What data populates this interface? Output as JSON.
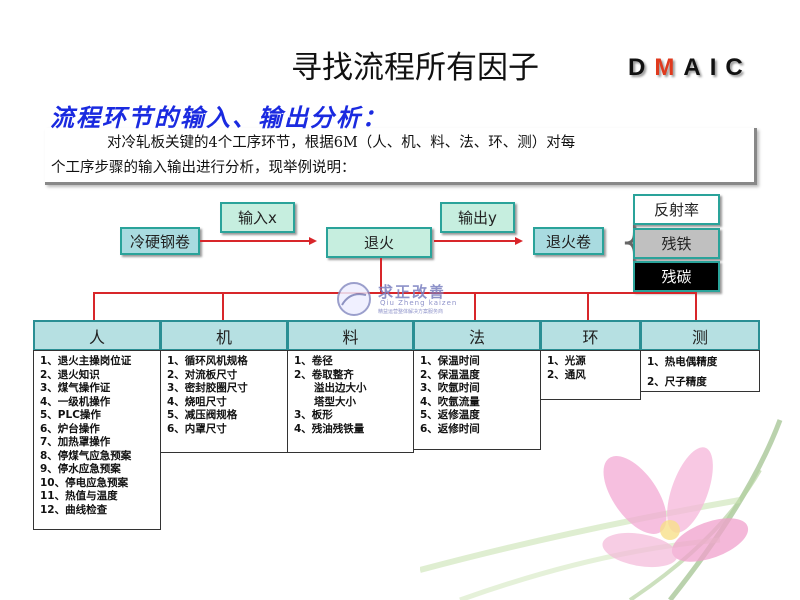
{
  "title": "寻找流程所有因子",
  "dmaic": {
    "letters": [
      "D",
      "M",
      "A",
      "I",
      "C"
    ],
    "highlight": "M",
    "highlight_color": "#e03a1e"
  },
  "subtitle": "流程环节的输入、输出分析：",
  "intro": {
    "line1": "对冷轧板关键的4个工序环节，根据6M（人、机、料、法、环、测）对每",
    "line2": "个工序步骤的输入输出进行分析，现举例说明："
  },
  "flow": {
    "input_material": "冷硬钢卷",
    "input_label": "输入x",
    "process": "退火",
    "output_label": "输出y",
    "output_product": "退火卷",
    "outputs": [
      "反射率",
      "残铁",
      "残碳"
    ]
  },
  "logo": {
    "name": "求正改善",
    "pinyin": "Qiu Zheng kaizen",
    "tagline": "精益运营整体解决方案服务商"
  },
  "categories": [
    {
      "label": "人",
      "items": [
        "1、退火主操岗位证",
        "2、退火知识",
        "3、煤气操作证",
        "4、一级机操作",
        "5、PLC操作",
        "6、炉台操作",
        "7、加热罩操作",
        "8、停煤气应急预案",
        "9、停水应急预案",
        "10、停电应急预案",
        "11、热值与温度",
        "12、曲线检查"
      ]
    },
    {
      "label": "机",
      "items": [
        "1、循环风机规格",
        "2、对流板尺寸",
        "3、密封胶圈尺寸",
        "4、烧咀尺寸",
        "5、减压阀规格",
        "6、内罩尺寸"
      ]
    },
    {
      "label": "料",
      "items": [
        "1、卷径",
        "2、卷取整齐",
        "溢出边大小",
        "塔型大小",
        "3、板形",
        "4、残油残铁量"
      ]
    },
    {
      "label": "法",
      "items": [
        "1、保温时间",
        "2、保温温度",
        "3、吹氩时间",
        "4、吹氩流量",
        "5、返修温度",
        "6、返修时间"
      ]
    },
    {
      "label": "环",
      "items": [
        "1、光源",
        "2、通风"
      ]
    },
    {
      "label": "测",
      "items": [
        "1、热电偶精度",
        "2、尺子精度"
      ]
    }
  ]
}
